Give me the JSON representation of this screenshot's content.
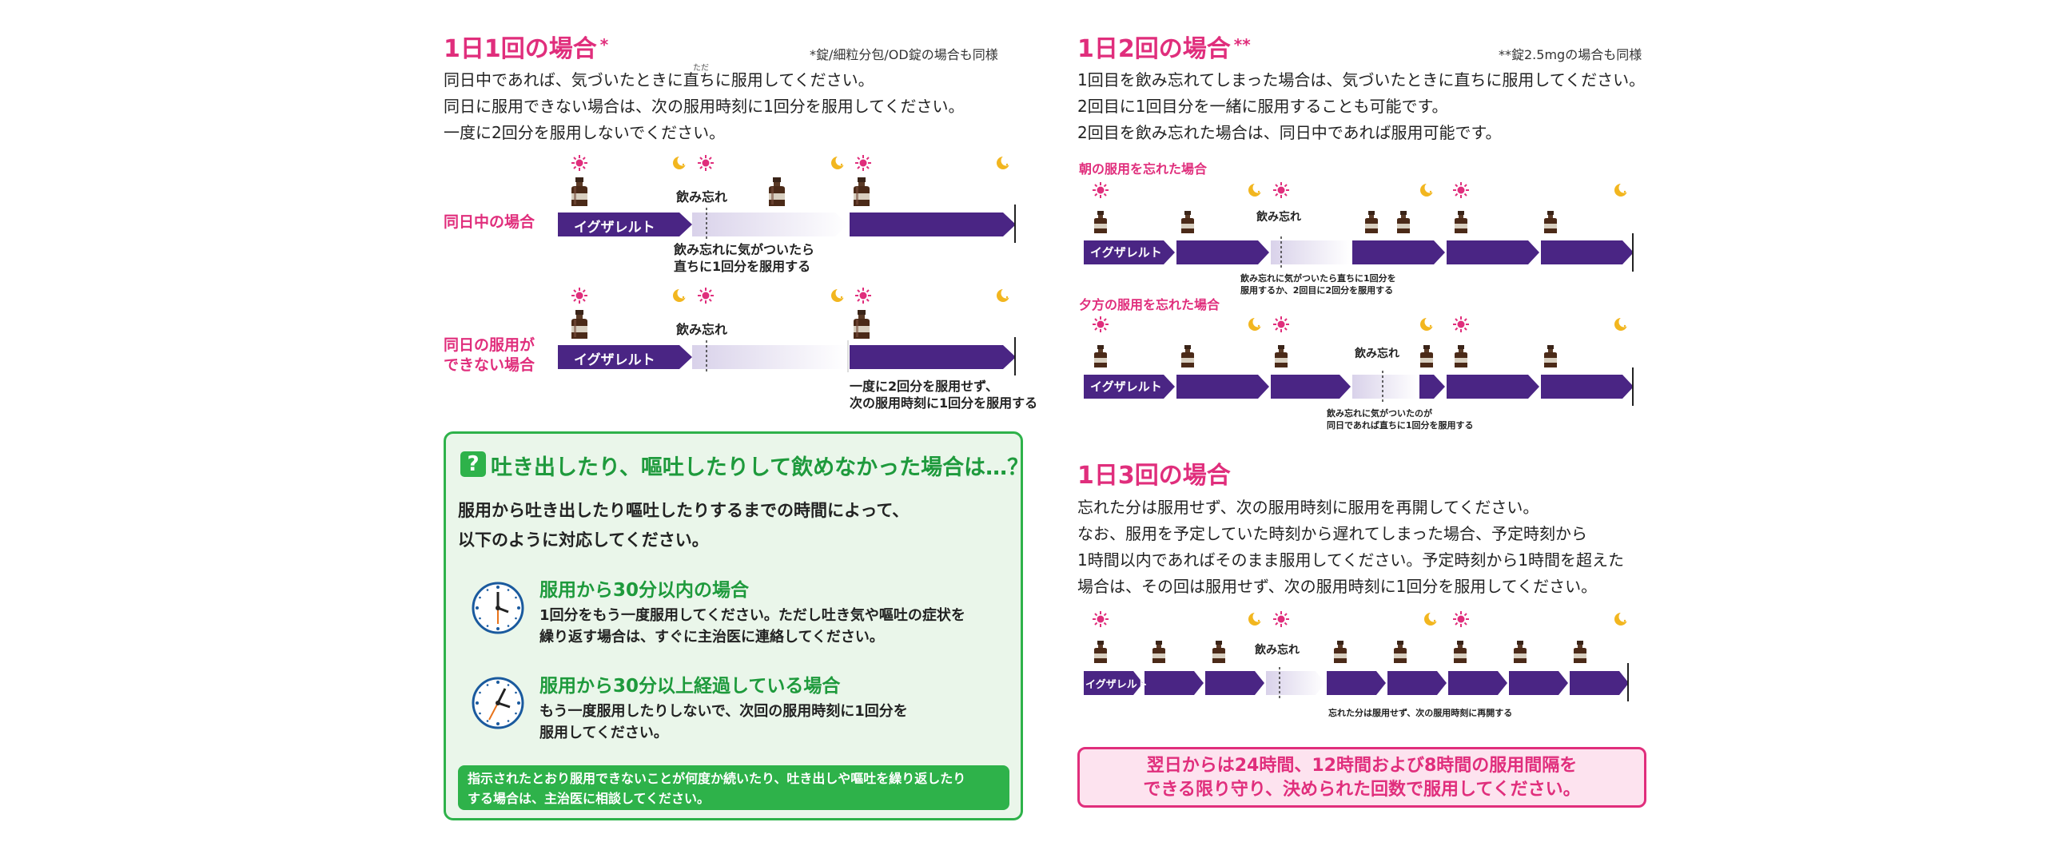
{
  "left": {
    "title": "1日1回の場合",
    "title_mark": "*",
    "note": "*錠/細粒分包/OD錠の場合も同様",
    "ruby": "ただ",
    "para": [
      "同日中であれば、気づいたときに直ちに服用してください。",
      "同日に服用できない場合は、次の服用時刻に1回分を服用してください。",
      "一度に2回分を服用しないでください。"
    ],
    "row1_label": "同日中の場合",
    "row2_label": [
      "同日の服用が",
      "できない場合"
    ],
    "drug_name": "イグザレルト",
    "missed": "飲み忘れ",
    "row1_caption": [
      "飲み忘れに気がついたら",
      "直ちに1回分を服用する"
    ],
    "row2_caption": [
      "一度に2回分を服用せず、",
      "次の服用時刻に1回分を服用する"
    ]
  },
  "green": {
    "title": "吐き出したり、嘔吐したりして飲めなかった場合は…？",
    "intro": [
      "服用から吐き出したり嘔吐したりするまでの時間によって、",
      "以下のように対応してください。"
    ],
    "item1_head": "服用から30分以内の場合",
    "item1_body": [
      "1回分をもう一度服用してください。ただし吐き気や嘔吐の症状を",
      "繰り返す場合は、すぐに主治医に連絡してください。"
    ],
    "item2_head": "服用から30分以上経過している場合",
    "item2_body": [
      "もう一度服用したりしないで、次回の服用時刻に1回分を",
      "服用してください。"
    ],
    "footer": [
      "指示されたとおり服用できないことが何度か続いたり、吐き出しや嘔吐を繰り返したり",
      "する場合は、主治医に相談してください。"
    ]
  },
  "right": {
    "title": "1日2回の場合",
    "title_mark": "**",
    "note": "**錠2.5mgの場合も同様",
    "para": [
      "1回目を飲み忘れてしまった場合は、気づいたときに直ちに服用してください。",
      "2回目に1回目分を一緒に服用することも可能です。",
      "2回目を飲み忘れた場合は、同日中であれば服用可能です。"
    ],
    "sub1": "朝の服用を忘れた場合",
    "sub2": "夕方の服用を忘れた場合",
    "drug_name": "イグザレルト",
    "missed": "飲み忘れ",
    "cap1": [
      "飲み忘れに気がついたら直ちに1回分を",
      "服用するか、2回目に2回分を服用する"
    ],
    "cap2": [
      "飲み忘れに気がついたのが",
      "同日であれば直ちに1回分を服用する"
    ]
  },
  "three": {
    "title": "1日3回の場合",
    "para": [
      "忘れた分は服用せず、次の服用時刻に服用を再開してください。",
      "なお、服用を予定していた時刻から遅れてしまった場合、予定時刻から",
      "1時間以内であればそのまま服用してください。予定時刻から1時間を超えた",
      "場合は、その回は服用せず、次の服用時刻に1回分を服用してください。"
    ],
    "drug_name": "イグザレルト",
    "missed": "飲み忘れ",
    "caption": "忘れた分は服用せず、次の服用時刻に再開する"
  },
  "pink": [
    "翌日からは24時間、12時間および8時間の服用間隔を",
    "できる限り守り、決められた回数で服用してください。"
  ],
  "colors": {
    "pink": "#e02e7c",
    "green": "#2eb24a",
    "purple": "#4a2584",
    "sun": "#e02e7c",
    "moon": "#f2b61f"
  }
}
